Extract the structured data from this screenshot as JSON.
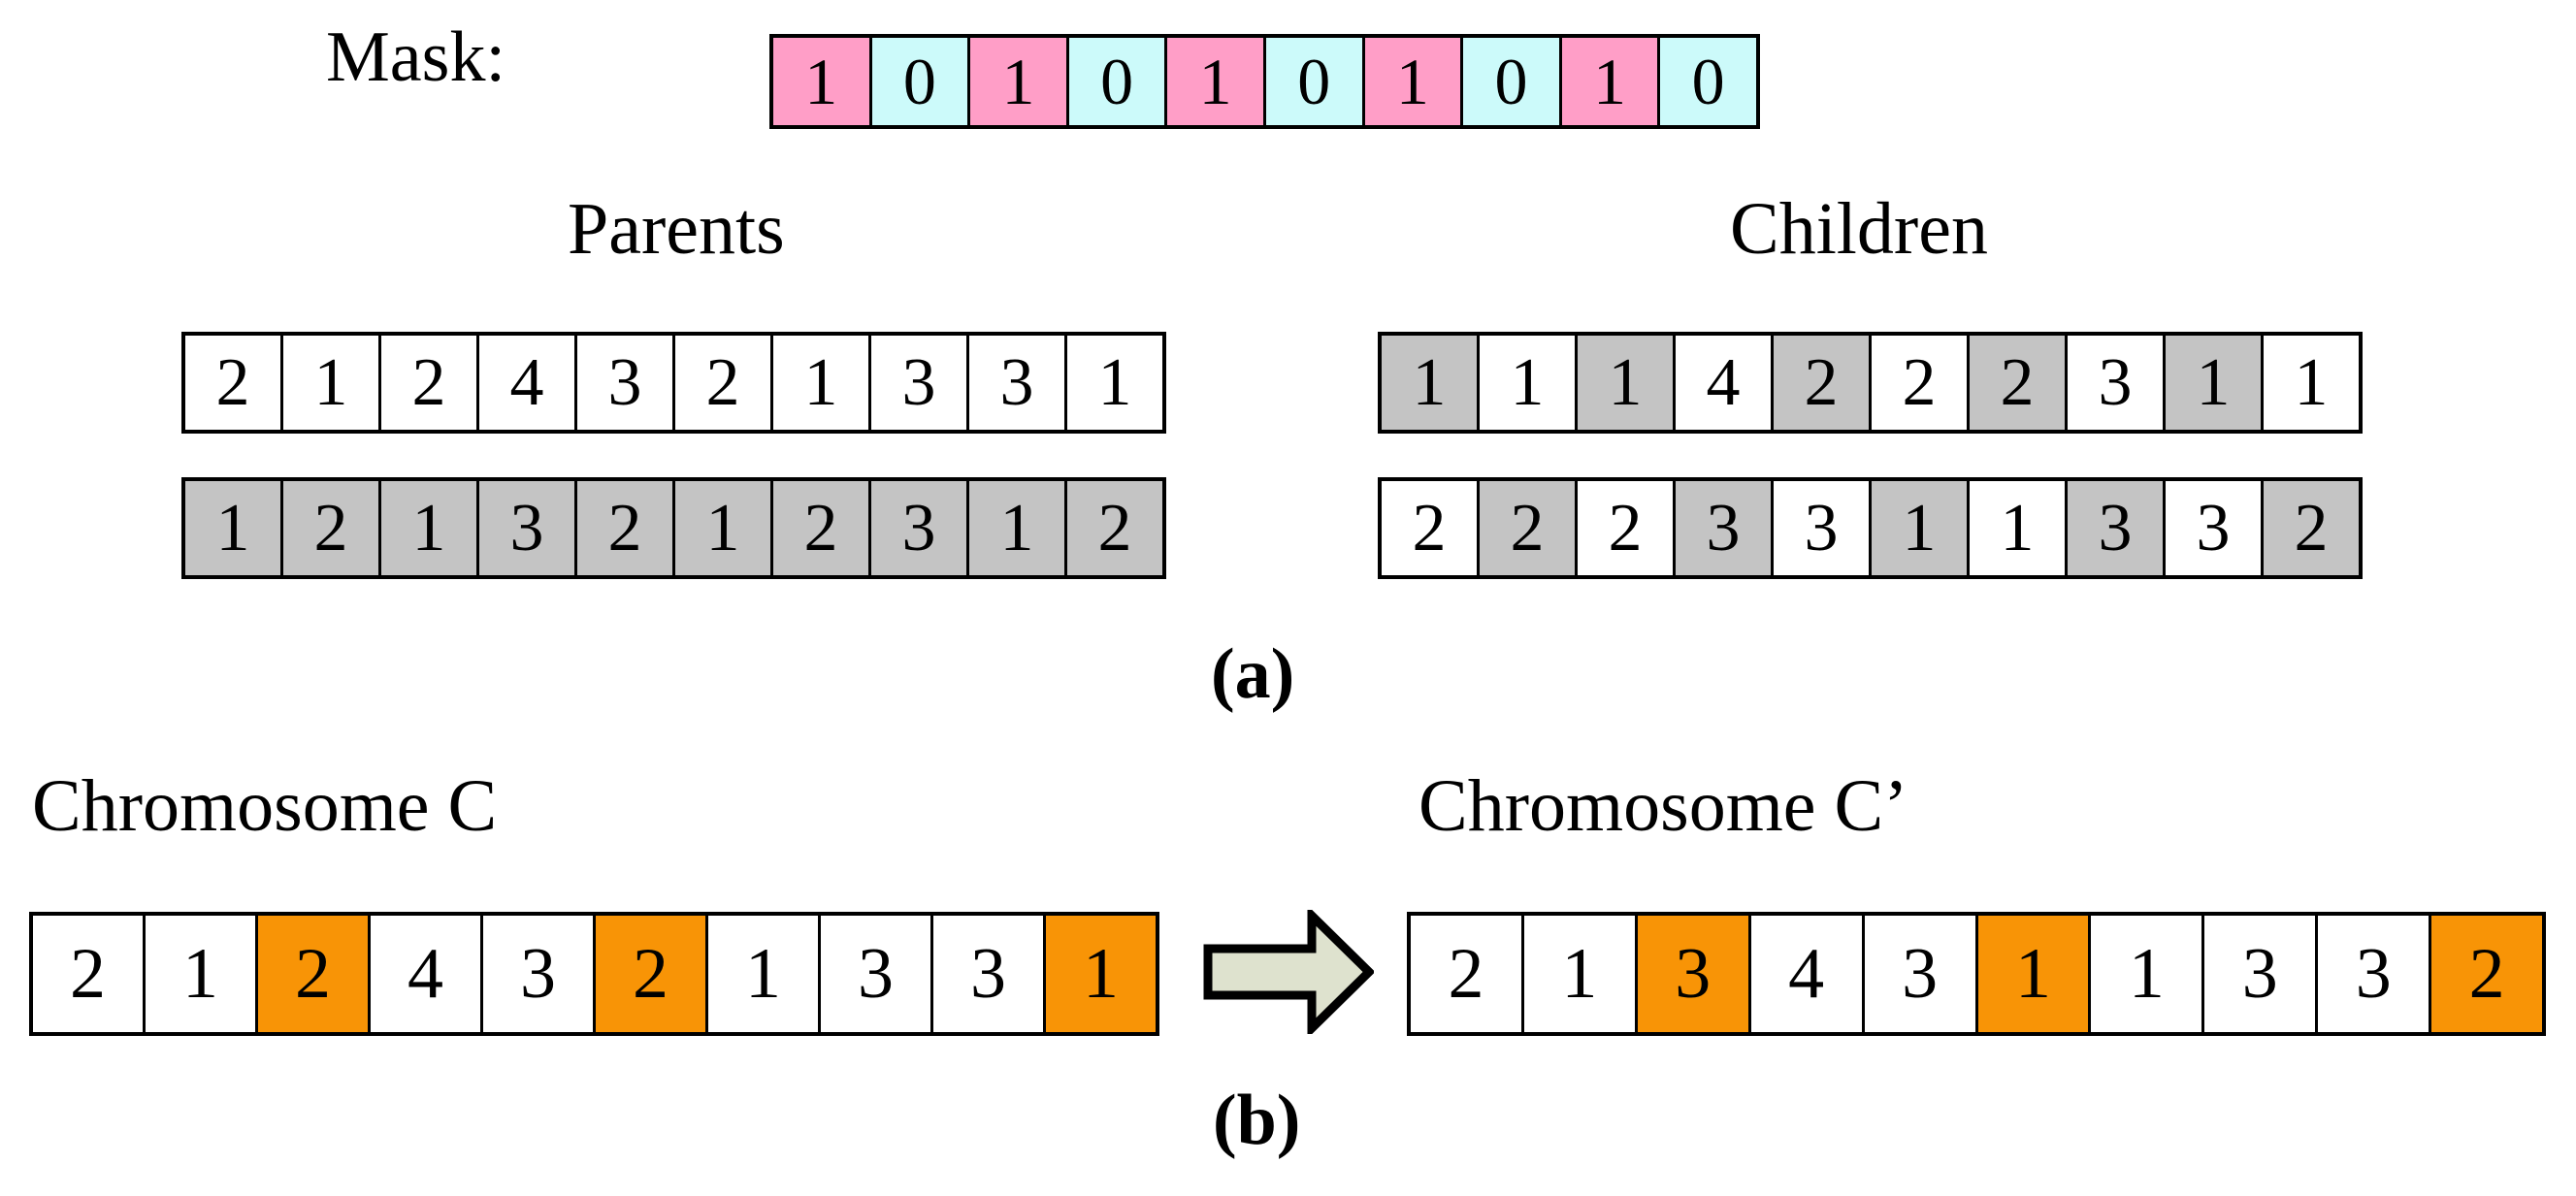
{
  "figure": {
    "caption_a": "(a)",
    "caption_b": "(b)"
  },
  "section_a": {
    "mask": {
      "label": "Mask:",
      "bits": [
        "1",
        "0",
        "1",
        "0",
        "1",
        "0",
        "1",
        "0",
        "1",
        "0"
      ],
      "fills": [
        "pink",
        "cyan",
        "pink",
        "cyan",
        "pink",
        "cyan",
        "pink",
        "cyan",
        "pink",
        "cyan"
      ],
      "color_one": "#ff9ec7",
      "color_zero": "#ccfafa"
    },
    "parents": {
      "heading": "Parents",
      "rows": [
        {
          "name": "parent-1",
          "genes": [
            "2",
            "1",
            "2",
            "4",
            "3",
            "2",
            "1",
            "3",
            "3",
            "1"
          ],
          "fills": [
            "white",
            "white",
            "white",
            "white",
            "white",
            "white",
            "white",
            "white",
            "white",
            "white"
          ]
        },
        {
          "name": "parent-2",
          "genes": [
            "1",
            "2",
            "1",
            "3",
            "2",
            "1",
            "2",
            "3",
            "1",
            "2"
          ],
          "fills": [
            "gray",
            "gray",
            "gray",
            "gray",
            "gray",
            "gray",
            "gray",
            "gray",
            "gray",
            "gray"
          ]
        }
      ]
    },
    "children": {
      "heading": "Children",
      "rows": [
        {
          "name": "child-1",
          "genes": [
            "1",
            "1",
            "1",
            "4",
            "2",
            "2",
            "2",
            "3",
            "1",
            "1"
          ],
          "fills": [
            "gray",
            "white",
            "gray",
            "white",
            "gray",
            "white",
            "gray",
            "white",
            "gray",
            "white"
          ]
        },
        {
          "name": "child-2",
          "genes": [
            "2",
            "2",
            "2",
            "3",
            "3",
            "1",
            "1",
            "3",
            "3",
            "2"
          ],
          "fills": [
            "white",
            "gray",
            "white",
            "gray",
            "white",
            "gray",
            "white",
            "gray",
            "white",
            "gray"
          ]
        }
      ]
    }
  },
  "section_b": {
    "source": {
      "heading": "Chromosome C",
      "genes": [
        "2",
        "1",
        "2",
        "4",
        "3",
        "2",
        "1",
        "3",
        "3",
        "1"
      ],
      "fills": [
        "white",
        "white",
        "orange",
        "white",
        "white",
        "orange",
        "white",
        "white",
        "white",
        "orange"
      ]
    },
    "result": {
      "heading": "Chromosome C’",
      "genes": [
        "2",
        "1",
        "3",
        "4",
        "3",
        "1",
        "1",
        "3",
        "3",
        "2"
      ],
      "fills": [
        "white",
        "white",
        "orange",
        "white",
        "white",
        "orange",
        "white",
        "white",
        "white",
        "orange"
      ]
    },
    "arrow": {
      "name": "mutation-arrow",
      "fill": "#dee2ce",
      "stroke": "#000000"
    },
    "highlight_color": "#f89406"
  }
}
